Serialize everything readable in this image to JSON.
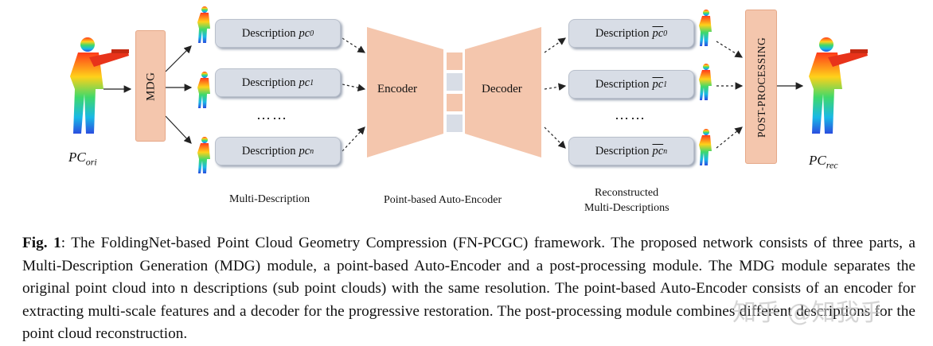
{
  "diagram": {
    "mdg_label": "MDG",
    "post_label": "POST-PROCESSING",
    "encoder_label": "Encoder",
    "decoder_label": "Decoder",
    "desc_prefix": "Description",
    "desc_var": "pc",
    "desc_subs": [
      "0",
      "1",
      "n"
    ],
    "recon_var": "pc",
    "recon_subs": [
      "0",
      "1",
      "n"
    ],
    "ellipsis": "……",
    "pc_ori_main": "PC",
    "pc_ori_sub": "ori",
    "pc_rec_main": "PC",
    "pc_rec_sub": "rec",
    "label_multi": "Multi-Description",
    "label_ae": "Point-based Auto-Encoder",
    "label_recon_1": "Reconstructed",
    "label_recon_2": "Multi-Descriptions",
    "colors": {
      "module_fill": "#f4c6ad",
      "desc_fill": "#d8dde6",
      "latent_fill": "#d8dde6"
    }
  },
  "caption": {
    "fig": "Fig. 1",
    "text": ": The FoldingNet-based Point Cloud Geometry Compression (FN-PCGC) framework. The proposed network consists of three parts, a Multi-Description Generation (MDG) module, a point-based Auto-Encoder and a post-processing module. The MDG module separates the original point cloud into n descriptions (sub point clouds) with the same resolution. The point-based Auto-Encoder consists of an encoder for extracting multi-scale features and a decoder for the progressive restoration. The post-processing module combines different descriptions for the point cloud reconstruction."
  },
  "watermark": "知乎 @知我乎"
}
